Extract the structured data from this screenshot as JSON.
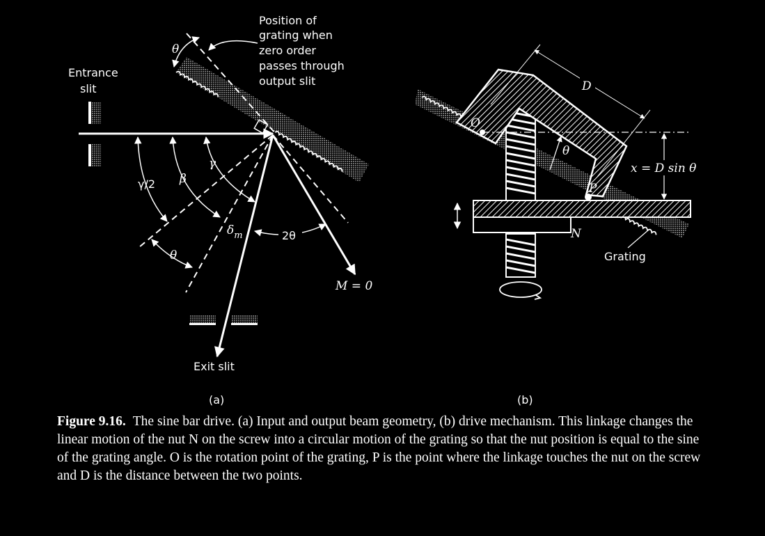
{
  "panel_a": {
    "label": "(a)",
    "entrance_slit": [
      "Entrance",
      "slit"
    ],
    "exit_slit": "Exit slit",
    "position_note": [
      "Position of",
      "grating when",
      "zero order",
      "passes through",
      "output slit"
    ],
    "angle_theta": "θ",
    "angle_half_gamma": "γ/2",
    "angle_beta": "β",
    "angle_gamma": "γ",
    "angle_delta": "δ",
    "angle_delta_sub": "m",
    "angle_two_theta": "2θ",
    "order_zero": "M = 0"
  },
  "panel_b": {
    "label": "(b)",
    "point_o": "O",
    "point_p": "P",
    "distance_d": "D",
    "angle_theta": "θ",
    "nut_n": "N",
    "grating": "Grating",
    "formula": "x = D sin θ"
  },
  "caption": {
    "label": "Figure 9.16.",
    "text": "The sine bar drive. (a) Input and output beam geometry, (b) drive mechanism. This linkage changes the linear motion of the nut N on the screw into a circular motion of the grating so that the nut position is equal to the sine of the grating angle. O is the rotation point of the grating, P is the point where the linkage touches the nut on the screw and D is the distance between the two points."
  }
}
